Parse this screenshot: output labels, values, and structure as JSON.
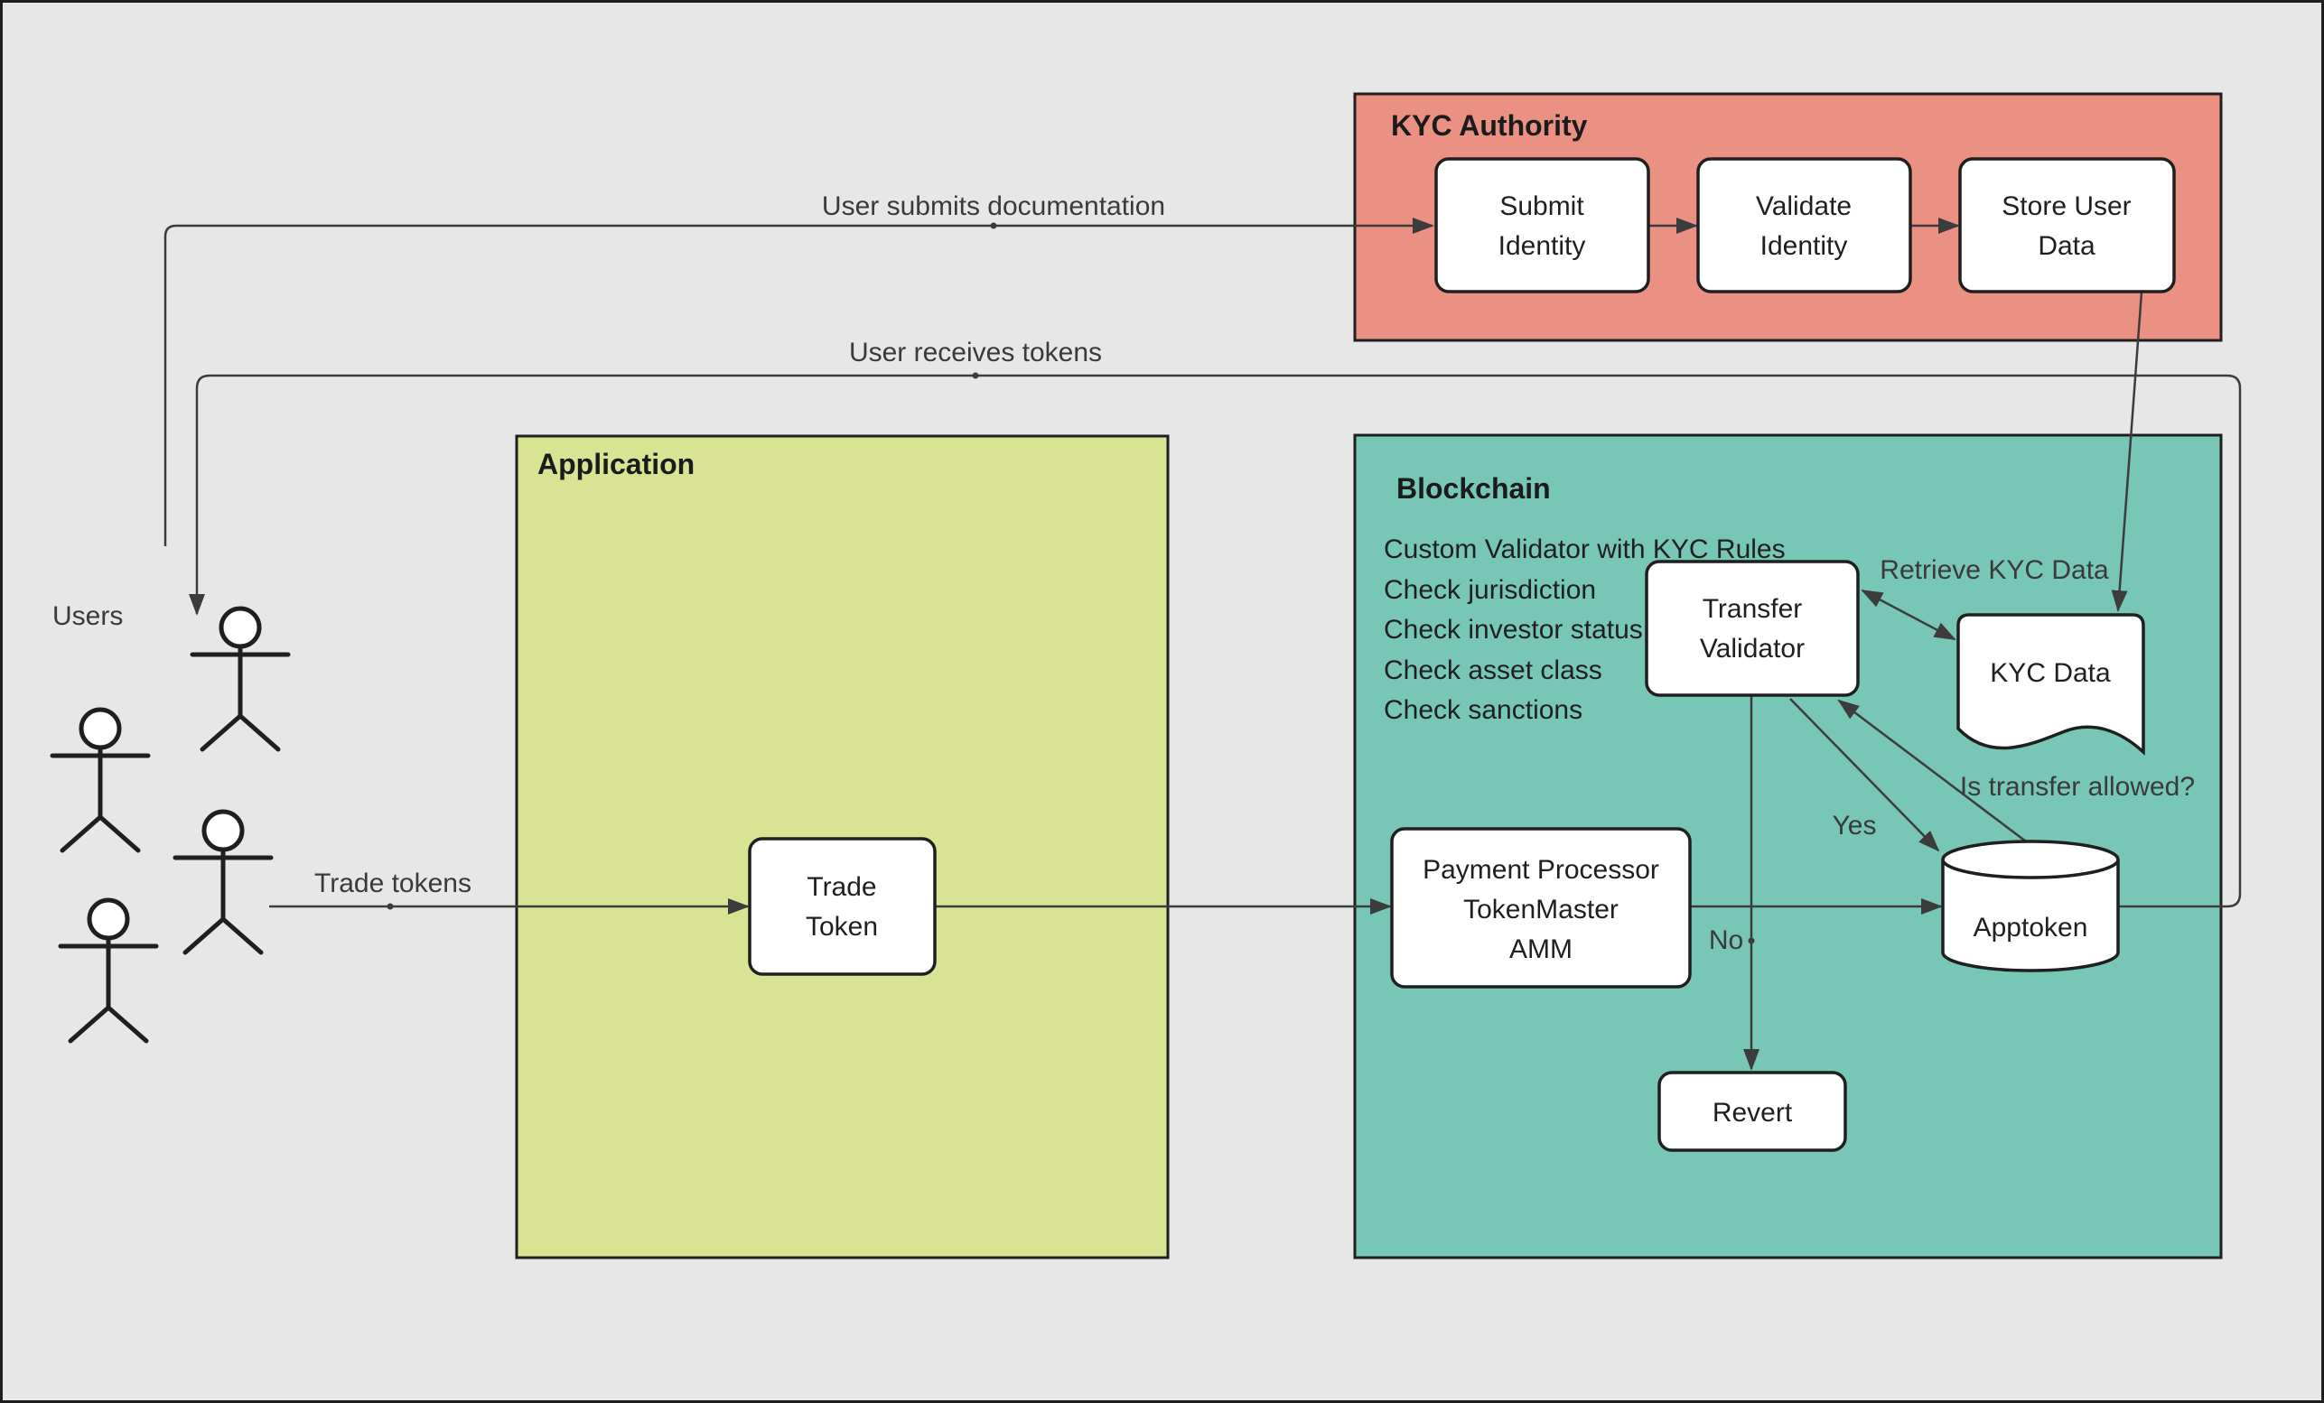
{
  "diagram": {
    "colors": {
      "background": "#E7E7E7",
      "kyc_fill": "#EA9184",
      "application_fill": "#D8E494",
      "blockchain_fill": "#77C6B6",
      "node_fill": "#FFFFFF",
      "stroke": "#1F1F1F",
      "connector": "#3C3C3C"
    },
    "users": {
      "label": "Users"
    },
    "edges": {
      "user_submits": "User submits documentation",
      "user_receives": "User receives tokens",
      "trade_tokens": "Trade tokens",
      "retrieve_kyc": "Retrieve KYC Data",
      "is_allowed": "Is transfer allowed?",
      "yes": "Yes",
      "no": "No"
    },
    "kyc_authority": {
      "title": "KYC Authority",
      "nodes": {
        "submit": {
          "line1": "Submit",
          "line2": "Identity"
        },
        "validate": {
          "line1": "Validate",
          "line2": "Identity"
        },
        "store": {
          "line1": "Store User",
          "line2": "Data"
        }
      }
    },
    "application": {
      "title": "Application",
      "nodes": {
        "trade": {
          "line1": "Trade",
          "line2": "Token"
        }
      }
    },
    "blockchain": {
      "title": "Blockchain",
      "rules": [
        "Custom Validator with KYC Rules",
        "Check jurisdiction",
        "Check investor status",
        "Check asset class",
        "Check sanctions"
      ],
      "nodes": {
        "transfer_validator": {
          "line1": "Transfer",
          "line2": "Validator"
        },
        "kyc_data": {
          "label": "KYC Data"
        },
        "payment_processor": {
          "line1": "Payment Processor",
          "line2": "TokenMaster",
          "line3": "AMM"
        },
        "apptoken": {
          "label": "Apptoken"
        },
        "revert": {
          "label": "Revert"
        }
      }
    }
  }
}
